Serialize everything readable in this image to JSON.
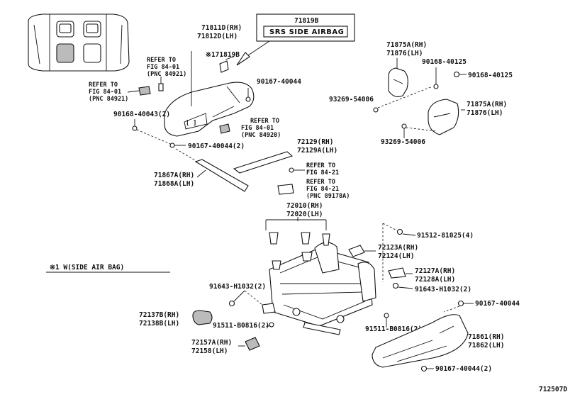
{
  "diagram_id": "712507D",
  "note": "※1 W(SIDE AIR BAG)",
  "airbag_label": {
    "part_no": "71819B",
    "text": "SRS SIDE AIRBAG"
  },
  "labels": {
    "l71811": "71811D(RH)",
    "l71812": "71812D(LH)",
    "l71819": "※171819B",
    "ref1_a": "REFER TO",
    "ref1_b": "FIG 84-01",
    "ref1_c": "(PNC 84921)",
    "ref2_a": "REFER TO",
    "ref2_b": "FIG 84-01",
    "ref2_c": "(PNC 84921)",
    "ref3_a": "REFER TO",
    "ref3_b": "FIG 84-01",
    "ref3_c": "(PNC 84920)",
    "ref4_a": "REFER TO",
    "ref4_b": "FIG 84-21",
    "ref5_a": "REFER TO",
    "ref5_b": "FIG 84-21",
    "ref5_c": "(PNC 89178A)",
    "b90167_1": "90167-40044",
    "b90168_1": "90168-40043(2)",
    "b90167_2": "90167-40044(2)",
    "l71875a": "71875A(RH)",
    "l71876a": "71876(LH)",
    "b90168_2": "90168-40125",
    "b90168_3": "90168-40125",
    "b93269_1": "93269-54006",
    "l71875b": "71875A(RH)",
    "l71876b": "71876(LH)",
    "b93269_2": "93269-54006",
    "l72129": "72129(RH)",
    "l72129a": "72129A(LH)",
    "l71867": "71867A(RH)",
    "l71868": "71868A(LH)",
    "l72010": "72010(RH)",
    "l72020": "72020(LH)",
    "b91512": "91512-81025(4)",
    "l72123": "72123A(RH)",
    "l72124": "72124(LH)",
    "l72127": "72127A(RH)",
    "l72128": "72128A(LH)",
    "b91643_1": "91643-H1032(2)",
    "b91643_2": "91643-H1032(2)",
    "b90167_3": "90167-40044",
    "l72137": "72137B(RH)",
    "l72138": "72138B(LH)",
    "b91511_1": "91511-B0816(2)",
    "b91511_2": "91511-B0816(2)",
    "l71861": "71861(RH)",
    "l71862": "71862(LH)",
    "l72157": "72157A(RH)",
    "l72158": "72158(LH)",
    "b90167_4": "90167-40044(2)"
  }
}
